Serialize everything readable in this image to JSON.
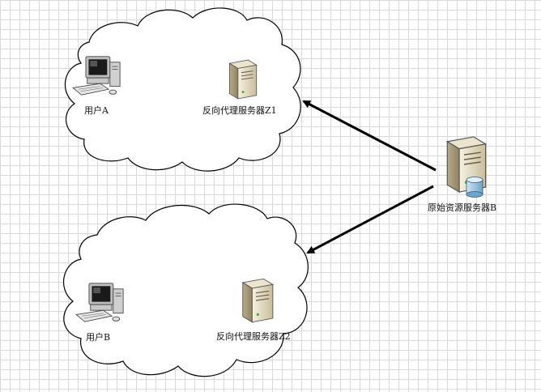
{
  "diagram": {
    "nodes": {
      "user_a": {
        "label": "用户A",
        "icon": "desktop-computer-icon"
      },
      "proxy_z1": {
        "label": "反向代理服务器Z1",
        "icon": "server-tower-icon"
      },
      "origin_b": {
        "label": "原始资源服务器B",
        "icon": "database-server-icon"
      },
      "user_b": {
        "label": "用户B",
        "icon": "desktop-computer-icon"
      },
      "proxy_z2": {
        "label": "反向代理服务器Z2",
        "icon": "server-tower-icon"
      }
    },
    "clouds": [
      "cloud-top",
      "cloud-bottom"
    ],
    "edges": [
      {
        "from": "origin_b",
        "to": "proxy_z1"
      },
      {
        "from": "origin_b",
        "to": "proxy_z2"
      }
    ]
  },
  "colors": {
    "grid": "#d9d9d9",
    "cloud_stroke": "#000000",
    "arrow": "#000000",
    "server_body": "#e8e0c8"
  }
}
